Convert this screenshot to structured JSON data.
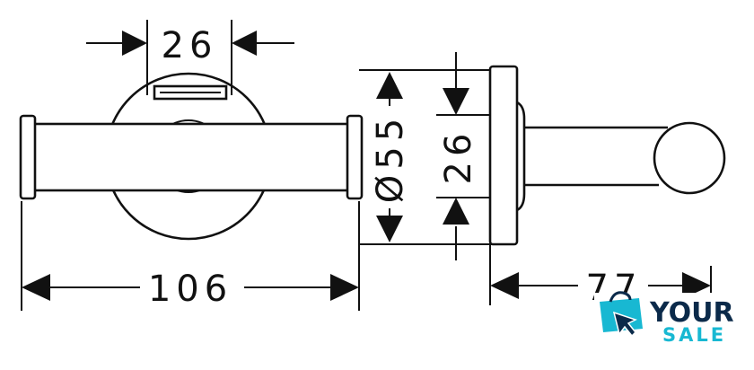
{
  "dimensions": {
    "top_width": "26",
    "total_width": "106",
    "diameter": "Ø55",
    "inner_height": "26",
    "depth": "77"
  },
  "logo": {
    "line1": "YOUR",
    "line2": "SALE",
    "colors": {
      "primary": "#0b2a4a",
      "accent": "#18b8d2"
    }
  }
}
